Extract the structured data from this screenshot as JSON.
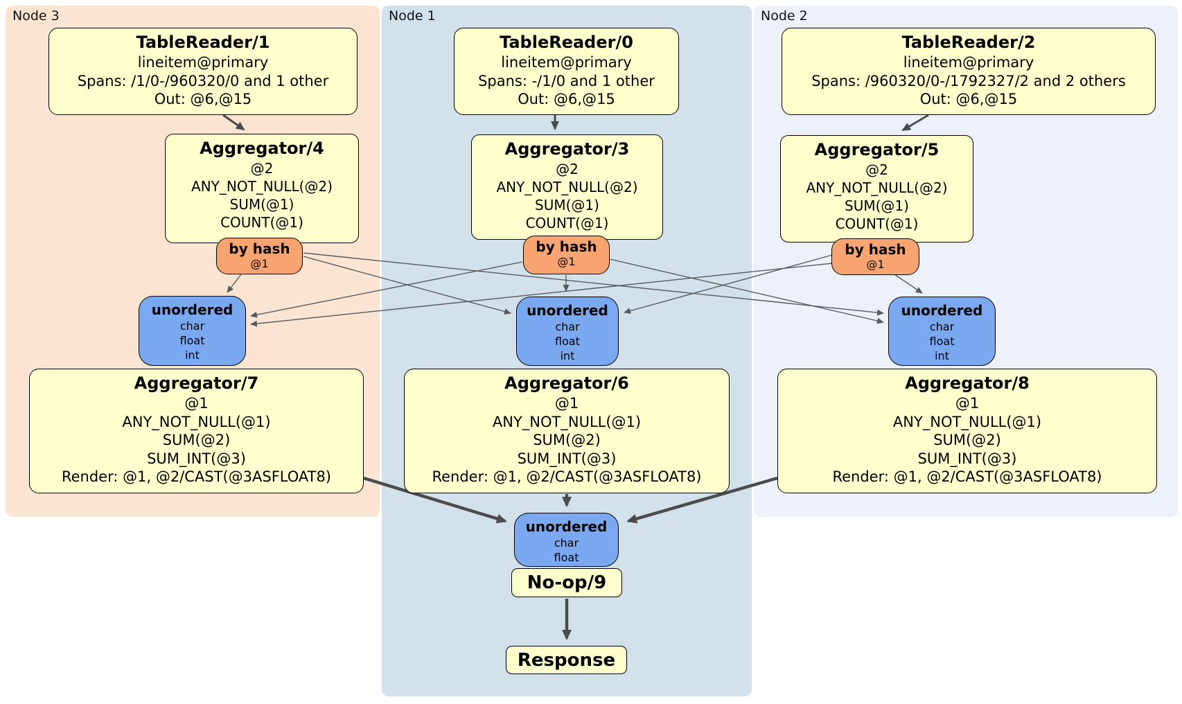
{
  "panels": [
    {
      "label": "Node 3"
    },
    {
      "label": "Node 1"
    },
    {
      "label": "Node 2"
    }
  ],
  "columns": [
    {
      "node": "Node 3",
      "table_reader": {
        "title": "TableReader/1",
        "lines": [
          "lineitem@primary",
          "Spans: /1/0-/960320/0 and 1 other",
          "Out: @6,@15"
        ]
      },
      "pre_aggregator": {
        "title": "Aggregator/4",
        "lines": [
          "@2",
          "ANY_NOT_NULL(@2)",
          "SUM(@1)",
          "COUNT(@1)"
        ]
      },
      "router": {
        "title": "by hash",
        "subtitle": "@1"
      },
      "sync": {
        "title": "unordered",
        "items": [
          "char",
          "float",
          "int"
        ]
      },
      "final_aggregator": {
        "title": "Aggregator/7",
        "lines": [
          "@1",
          "ANY_NOT_NULL(@1)",
          "SUM(@2)",
          "SUM_INT(@3)",
          "Render: @1, @2/CAST(@3ASFLOAT8)"
        ]
      }
    },
    {
      "node": "Node 1",
      "table_reader": {
        "title": "TableReader/0",
        "lines": [
          "lineitem@primary",
          "Spans: -/1/0 and 1 other",
          "Out: @6,@15"
        ]
      },
      "pre_aggregator": {
        "title": "Aggregator/3",
        "lines": [
          "@2",
          "ANY_NOT_NULL(@2)",
          "SUM(@1)",
          "COUNT(@1)"
        ]
      },
      "router": {
        "title": "by hash",
        "subtitle": "@1"
      },
      "sync": {
        "title": "unordered",
        "items": [
          "char",
          "float",
          "int"
        ]
      },
      "final_aggregator": {
        "title": "Aggregator/6",
        "lines": [
          "@1",
          "ANY_NOT_NULL(@1)",
          "SUM(@2)",
          "SUM_INT(@3)",
          "Render: @1, @2/CAST(@3ASFLOAT8)"
        ]
      }
    },
    {
      "node": "Node 2",
      "table_reader": {
        "title": "TableReader/2",
        "lines": [
          "lineitem@primary",
          "Spans: /960320/0-/1792327/2 and 2 others",
          "Out: @6,@15"
        ]
      },
      "pre_aggregator": {
        "title": "Aggregator/5",
        "lines": [
          "@2",
          "ANY_NOT_NULL(@2)",
          "SUM(@1)",
          "COUNT(@1)"
        ]
      },
      "router": {
        "title": "by hash",
        "subtitle": "@1"
      },
      "sync": {
        "title": "unordered",
        "items": [
          "char",
          "float",
          "int"
        ]
      },
      "final_aggregator": {
        "title": "Aggregator/8",
        "lines": [
          "@1",
          "ANY_NOT_NULL(@1)",
          "SUM(@2)",
          "SUM_INT(@3)",
          "Render: @1, @2/CAST(@3ASFLOAT8)"
        ]
      }
    }
  ],
  "output": {
    "sync": {
      "title": "unordered",
      "items": [
        "char",
        "float"
      ]
    },
    "noop": {
      "title": "No-op/9"
    },
    "response": {
      "title": "Response"
    }
  },
  "colors": {
    "yellow": "#ffffcd",
    "orange": "#f9a471",
    "blue": "#7aa8f1",
    "panel3": "#fce4d3",
    "panel1": "#d3e1ea",
    "panel2": "#edf1fa",
    "edge": "#494b4d",
    "edge-thin": "#56595c"
  }
}
